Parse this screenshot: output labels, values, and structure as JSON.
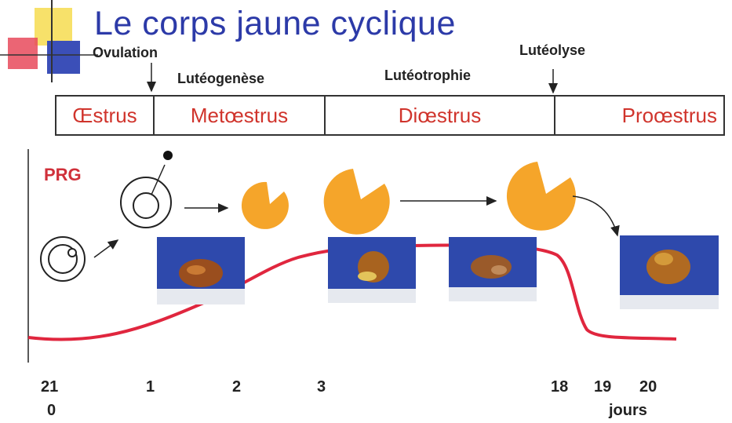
{
  "title": "Le corps jaune cyclique",
  "events": {
    "ovulation": "Ovulation",
    "luteolyse": "Lutéolyse",
    "luteogenese": "Lutéogenèse",
    "luteotrophie": "Lutéotrophie"
  },
  "phases": {
    "oestrus": "Œstrus",
    "metoestrus": "Metœstrus",
    "dioestrus": "Diœstrus",
    "proestrus": "Proœstrus"
  },
  "curve_label": "PRG",
  "x_ticks": [
    "21",
    "0",
    "1",
    "2",
    "3",
    "18",
    "19",
    "20"
  ],
  "x_unit": "jours",
  "colors": {
    "title": "#2c3aa8",
    "phase_text": "#d0342c",
    "curve": "#e0263e",
    "corpus": "#f5a52a",
    "photo_bg": "#2e49ac"
  }
}
